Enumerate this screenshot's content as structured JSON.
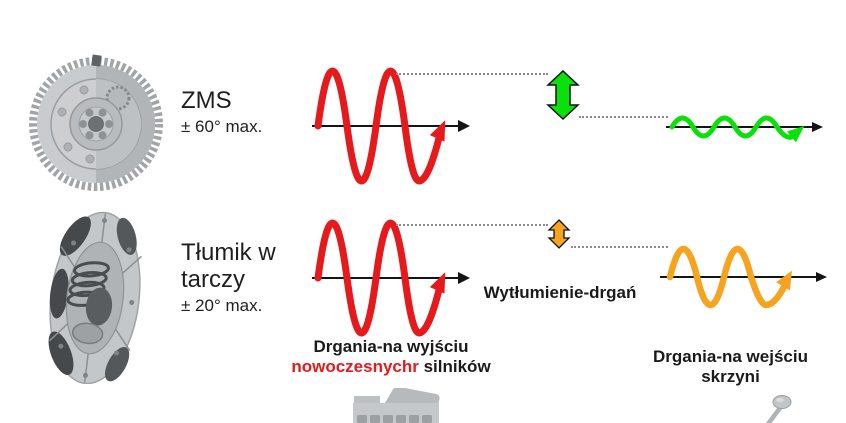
{
  "colors": {
    "red": "#e51a1c",
    "green": "#0ae00a",
    "orange": "#f6a41f",
    "axis": "#141414",
    "dotted": "#8a8a8a"
  },
  "flywheel_section": {
    "title": "ZMS",
    "angle": "± 60° max."
  },
  "clutch_section": {
    "title_line1": "Tłumik w",
    "title_line2": "tarczy",
    "angle": "± 20° max."
  },
  "captions": {
    "input_line1": "Drgania-na wyjściu",
    "input_highlight": "nowoczesnychr",
    "input_rest": " silników",
    "damping": "Wytłumienie-drgań",
    "output_line1": "Drgania-na wejściu",
    "output_line2": "skrzyni"
  },
  "waves": {
    "engine_output_top": {
      "color": "red",
      "amplitude": "high",
      "cycles": 2.25
    },
    "engine_output_bottom": {
      "color": "red",
      "amplitude": "high",
      "cycles": 2.25
    },
    "gearbox_input_top": {
      "color": "green",
      "amplitude": "low",
      "cycles": 2.75
    },
    "gearbox_input_bottom": {
      "color": "orange",
      "amplitude": "medium",
      "cycles": 2.25
    }
  }
}
